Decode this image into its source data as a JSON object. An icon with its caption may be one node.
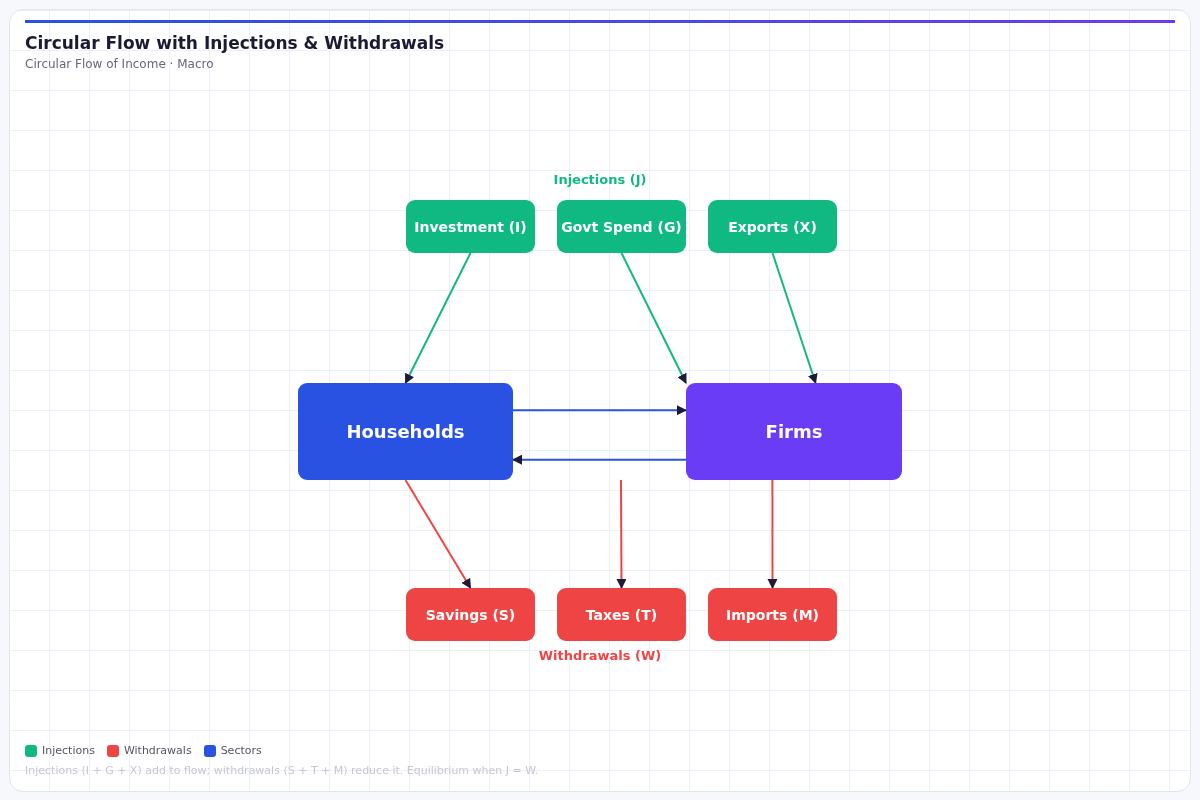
{
  "diagram": {
    "title": "Circular Flow with Injections & Withdrawals",
    "caption": "Circular Flow of Income · Macro",
    "nodes": [
      {
        "text": [
          "Investment (I)"
        ]
      },
      {
        "text": [
          "Govt Spend (G)"
        ]
      },
      {
        "text": [
          "Exports (X)"
        ]
      },
      {
        "text": [
          "Households"
        ]
      },
      {
        "text": [
          "Firms"
        ]
      },
      {
        "text": [
          "Savings (S)"
        ]
      },
      {
        "text": [
          "Taxes (T)"
        ]
      },
      {
        "text": [
          "Imports (M)"
        ]
      }
    ],
    "edges": [
      {
        "from": 0,
        "to": 3,
        "arrow": "to",
        "color": "#10b981"
      },
      {
        "from": 1,
        "to": 4,
        "arrow": "to",
        "color": "#10b981"
      },
      {
        "from": 2,
        "to": 4,
        "arrow": "to",
        "color": "#10b981"
      },
      {
        "from": 3,
        "to": 4,
        "arrow": "to",
        "color": "#2952e3"
      },
      {
        "from": 4,
        "to": 3,
        "arrow": "to",
        "color": "#2952e3"
      },
      {
        "from": 3,
        "to": 5,
        "arrow": "to",
        "color": "#ef4444"
      },
      {
        "from": null,
        "to": 6,
        "arrow": "to",
        "color": "#ef4444"
      },
      {
        "from": 4,
        "to": 7,
        "arrow": "to",
        "color": "#ef4444"
      }
    ],
    "labels": [
      "Injections (J)",
      "Withdrawals (W)",
      "Injections (I + G + X) add to flow; withdrawals (S + T + M) reduce it. Equilibrium when J = W."
    ],
    "legend": [
      {
        "text": "Injections",
        "color": "#10b981"
      },
      {
        "text": "Withdrawals",
        "color": "#ef4444"
      },
      {
        "text": "Sectors",
        "color": "#2952e3"
      }
    ]
  }
}
